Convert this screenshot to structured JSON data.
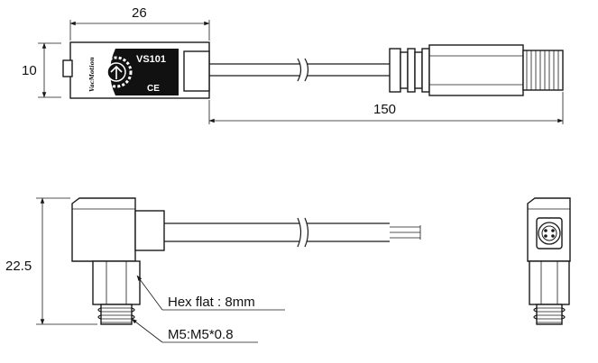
{
  "dimensions": {
    "width": "26",
    "height": "10",
    "cable_length": "150",
    "side_height": "22.5"
  },
  "notes": {
    "hex_flat": "Hex flat : 8mm",
    "thread": "M5:M5*0.8"
  },
  "product_label": {
    "model": "VS101",
    "brand": "VacMotion",
    "certification": "CE"
  }
}
